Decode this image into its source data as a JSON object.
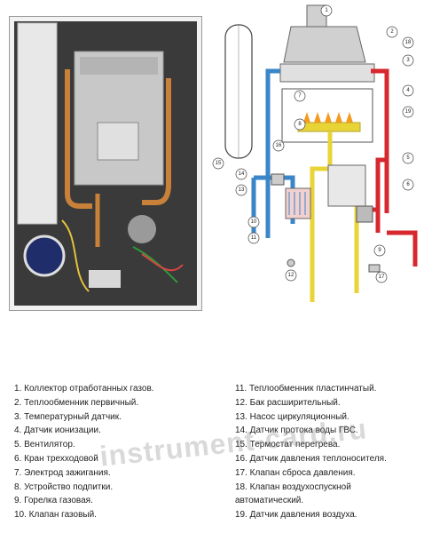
{
  "colors": {
    "hot_pipe": "#d7282f",
    "cold_pipe": "#3a86c8",
    "gas_pipe": "#e9d437",
    "heat_exchanger": "#c9c9c9",
    "burner_flame": "#f39a1f"
  },
  "schema_callouts": [
    "1",
    "2",
    "18",
    "3",
    "4",
    "7",
    "19",
    "8",
    "16",
    "5",
    "14",
    "15",
    "6",
    "13",
    "10",
    "11",
    "9",
    "12",
    "17"
  ],
  "legend": {
    "left": [
      "1. Коллектор отработанных газов.",
      "2. Теплообменник первичный.",
      "3. Температурный датчик.",
      "4. Датчик ионизации.",
      "5. Вентилятор.",
      "6. Кран трехходовой",
      "7. Электрод зажигания.",
      "8. Устройство подпитки.",
      "9. Горелка газовая.",
      "10. Клапан газовый."
    ],
    "right": [
      "11. Теплообменник пластинчатый.",
      "12. Бак расширительный.",
      "13. Насос циркуляционный.",
      "14. Датчик протока воды ГВС.",
      "15. Термостат перегрева.",
      "16. Датчик давления теплоносителя.",
      "17. Клапан сброса давления.",
      "18. Клапан воздухоспускной",
      "      автоматический.",
      "19. Датчик давления воздуха."
    ]
  },
  "watermark": "instrument-card.ru"
}
